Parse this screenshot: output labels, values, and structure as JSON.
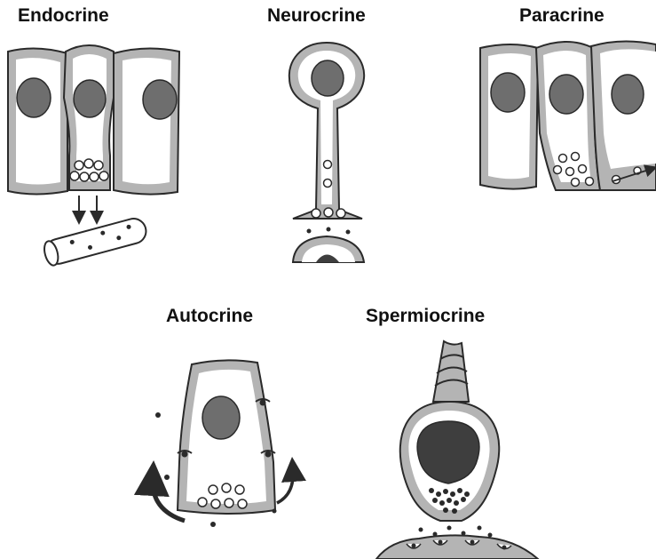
{
  "panels": [
    {
      "id": "endocrine",
      "label": "Endocrine"
    },
    {
      "id": "neurocrine",
      "label": "Neurocrine"
    },
    {
      "id": "paracrine",
      "label": "Paracrine"
    },
    {
      "id": "autocrine",
      "label": "Autocrine"
    },
    {
      "id": "spermiocrine",
      "label": "Spermiocrine"
    }
  ],
  "colors": {
    "outline": "#2a2a2a",
    "membrane_fill": "#b4b4b4",
    "cytoplasm": "#ffffff",
    "nucleus": "#6e6e6e",
    "dark_nucleus": "#3e3e3e"
  }
}
